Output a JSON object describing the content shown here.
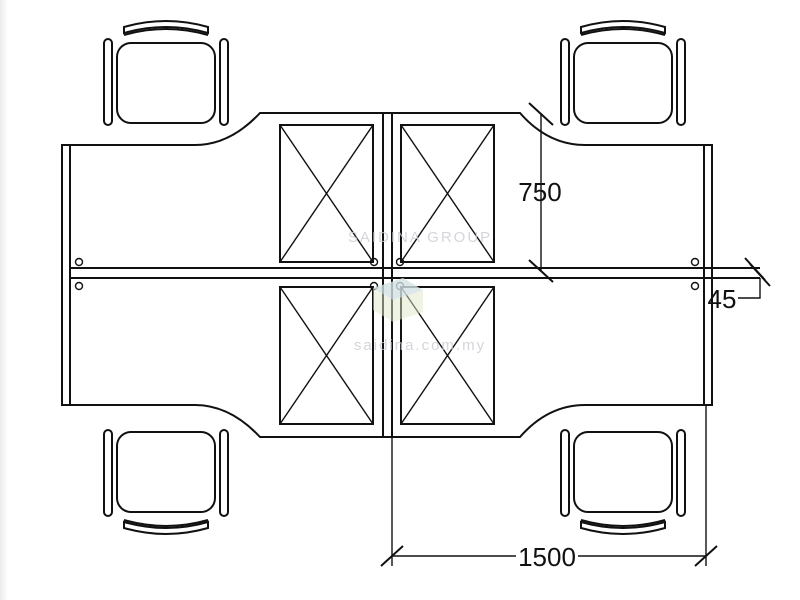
{
  "drawing": {
    "dimensions": {
      "depth": "750",
      "divider_thickness": "45",
      "width": "1500"
    },
    "watermark": {
      "brand": "SAIDINA GROUP",
      "url": "saidina.com.my"
    }
  }
}
